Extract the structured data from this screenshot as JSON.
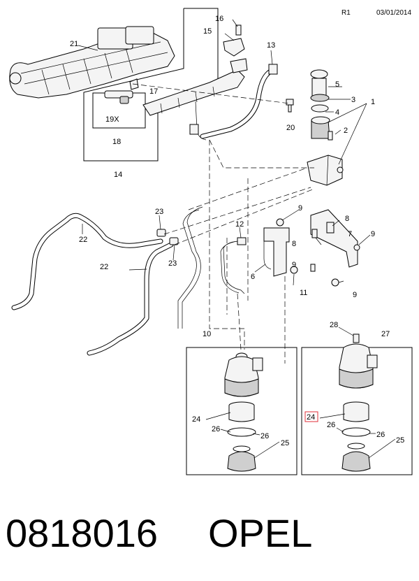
{
  "header": {
    "revision": "R1",
    "date": "03/01/2014"
  },
  "footer": {
    "part_number": "0818016",
    "brand": "OPEL"
  },
  "callouts": {
    "c1": "1",
    "c2": "2",
    "c3": "3",
    "c4": "4",
    "c5": "5",
    "c6": "6",
    "c7": "7",
    "c8a": "8",
    "c8b": "8",
    "c9a": "9",
    "c9b": "9",
    "c9c": "9",
    "c9d": "9",
    "c10": "10",
    "c11": "11",
    "c12": "12",
    "c13": "13",
    "c14": "14",
    "c15": "15",
    "c16": "16",
    "c17": "17",
    "c18": "18",
    "c19x": "19X",
    "c20": "20",
    "c21": "21",
    "c22a": "22",
    "c22b": "22",
    "c23a": "23",
    "c23b": "23",
    "c24a": "24",
    "c24b": "24",
    "c25a": "25",
    "c25b": "25",
    "c26a": "26",
    "c26b": "26",
    "c26c": "26",
    "c26d": "26",
    "c27": "27",
    "c28": "28"
  },
  "highlight_color": "#e0303a"
}
